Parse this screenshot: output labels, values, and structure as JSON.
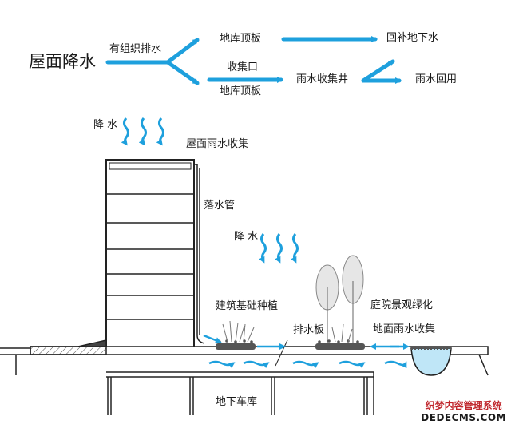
{
  "flow": {
    "roof_drainage": "屋面降水",
    "organized_drainage": "有组织排水",
    "garage_roof_a": "地库顶板",
    "recharge_groundwater": "回补地下水",
    "collection_inlet": "收集口",
    "garage_roof_b": "地库顶板",
    "rain_collection_well": "雨水收集井",
    "rainwater_reuse": "雨水回用"
  },
  "section": {
    "rain_top": "降 水",
    "roof_rain_collection": "屋面雨水收集",
    "downpipe": "落水管",
    "rain_middle": "降 水",
    "foundation_planting": "建筑基础种植",
    "courtyard_greening": "庭院景观绿化",
    "drainage_board": "排水板",
    "ground_rain_collection": "地面雨水收集",
    "underground_garage": "地下车库"
  },
  "watermark": {
    "line1": "织梦内容管理系统",
    "line2": "DEDECMS.COM"
  },
  "colors": {
    "arrow": "#1ea0dd",
    "water": "#bfe6f7",
    "line": "#222222"
  }
}
